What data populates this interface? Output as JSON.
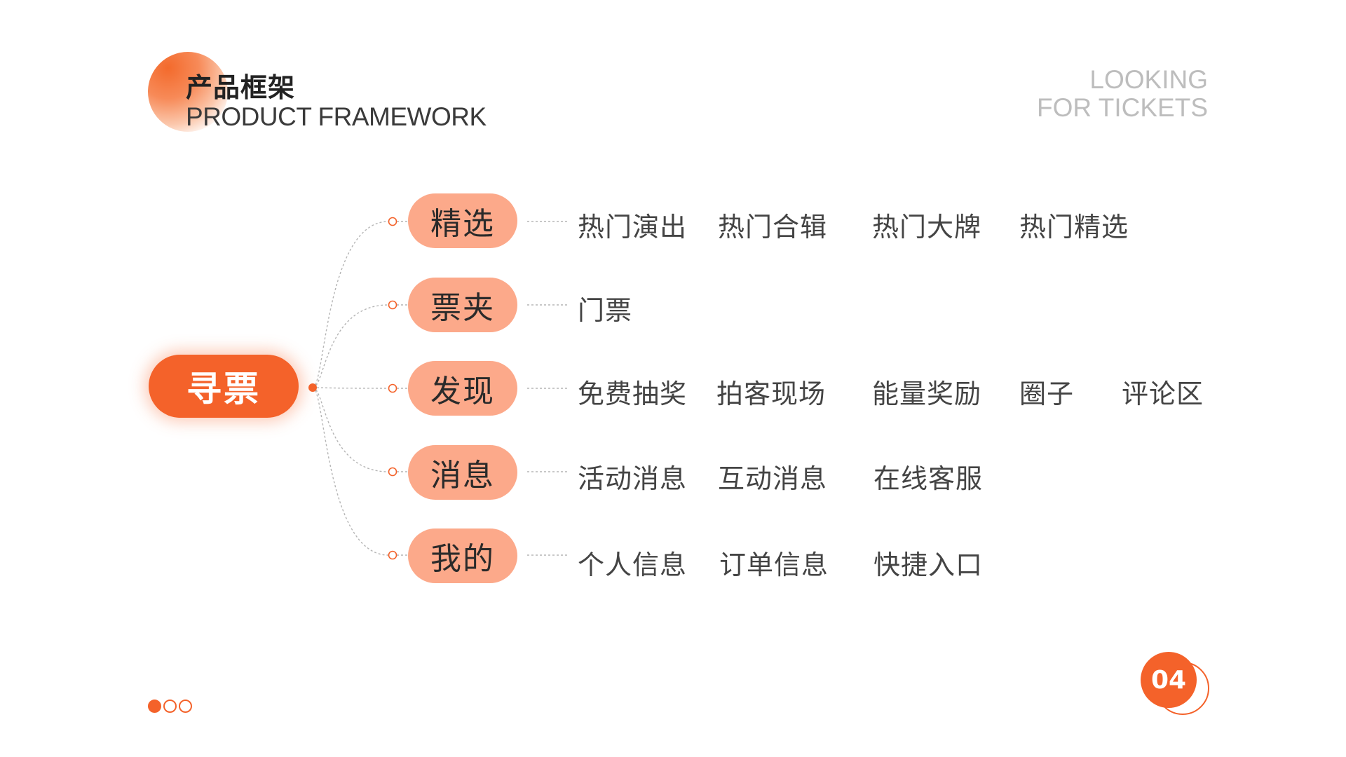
{
  "header": {
    "title_zh": "产品框架",
    "title_en": "PRODUCT FRAMEWORK",
    "corner_line1": "LOOKING",
    "corner_line2": "FOR TICKETS"
  },
  "colors": {
    "accent": "#f4622a",
    "branch_fill": "#fca98a",
    "corner_text": "#bdbdbd"
  },
  "diagram": {
    "root": "寻票",
    "branches": [
      {
        "label": "精选",
        "items": [
          "热门演出",
          "热门合辑",
          "热门大牌",
          "热门精选"
        ]
      },
      {
        "label": "票夹",
        "items": [
          "门票"
        ]
      },
      {
        "label": "发现",
        "items": [
          "免费抽奖",
          "拍客现场",
          "能量奖励",
          "圈子",
          "评论区"
        ]
      },
      {
        "label": "消息",
        "items": [
          "活动消息",
          "互动消息",
          "在线客服"
        ]
      },
      {
        "label": "我的",
        "items": [
          "个人信息",
          "订单信息",
          "快捷入口"
        ]
      }
    ]
  },
  "footer": {
    "page_number": "04",
    "pager_total": 3,
    "pager_active": 1
  }
}
